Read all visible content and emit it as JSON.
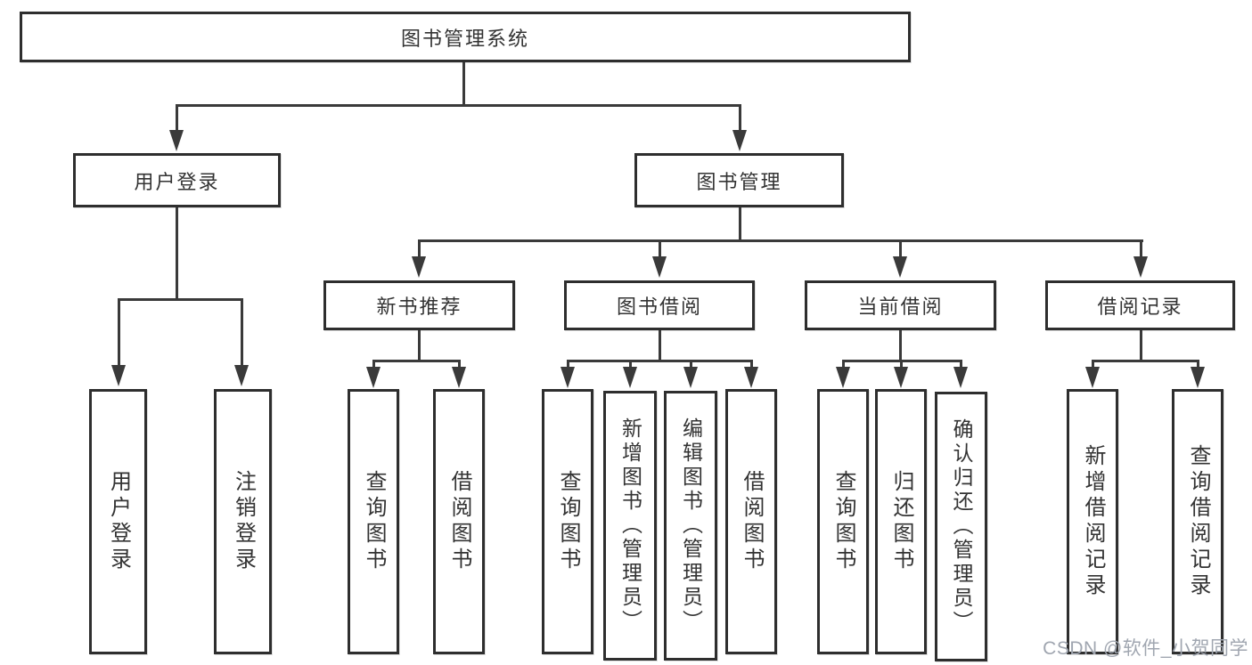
{
  "nodes": {
    "root": "图书管理系统",
    "user_login": "用户登录",
    "book_mgmt": "图书管理",
    "new_book_rec": "新书推荐",
    "book_borrow": "图书借阅",
    "current_borrow": "当前借阅",
    "borrow_record": "借阅记录",
    "leaf_user_login": "用户登录",
    "leaf_logout": "注销登录",
    "leaf_rec_query": "查询图书",
    "leaf_rec_borrow": "借阅图书",
    "leaf_bb_query": "查询图书",
    "leaf_bb_add": "新增图书（管理员）",
    "leaf_bb_edit": "编辑图书（管理员）",
    "leaf_bb_borrow": "借阅图书",
    "leaf_cb_query": "查询图书",
    "leaf_cb_return": "归还图书",
    "leaf_cb_confirm": "确认归还（管理员）",
    "leaf_br_add": "新增借阅记录",
    "leaf_br_query": "查询借阅记录"
  },
  "watermark": "CSDN @软件_小贺同学",
  "colors": {
    "line": "#3a3a3a",
    "box_border": "#2e2e2e",
    "text": "#333333",
    "watermark": "#a0a6b0",
    "background": "#ffffff"
  }
}
